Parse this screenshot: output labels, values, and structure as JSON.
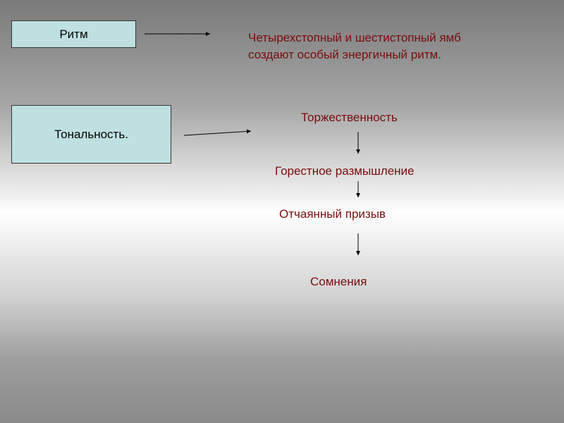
{
  "boxes": {
    "rhythm": "Ритм",
    "tonality": "Тональность."
  },
  "rhythm_description": {
    "line1": "Четырехстопный и шестистопный ямб",
    "line2": "создают особый энергичный ритм."
  },
  "tonality_sequence": [
    "Торжественность",
    "Горестное размышление",
    "Отчаянный призыв",
    "Сомнения"
  ],
  "colors": {
    "box_fill": "#bfe0e0",
    "text_accent": "#7a0c0c"
  }
}
